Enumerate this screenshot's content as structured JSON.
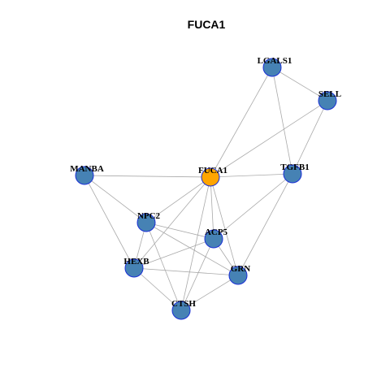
{
  "title": "FUCA1",
  "colors": {
    "background": "#ffffff",
    "edge": "#aaaaaa",
    "node_default": "#4682b4",
    "node_highlight": "#ffa500",
    "node_border": "#1a2fd6"
  },
  "nodes": [
    {
      "id": "LGALS1",
      "label": "LGALS1",
      "highlight": false
    },
    {
      "id": "SELL",
      "label": "SELL",
      "highlight": false
    },
    {
      "id": "MANBA",
      "label": "MANBA",
      "highlight": false
    },
    {
      "id": "FUCA1",
      "label": "FUCA1",
      "highlight": true
    },
    {
      "id": "TGFB1",
      "label": "TGFB1",
      "highlight": false
    },
    {
      "id": "NPC2",
      "label": "NPC2",
      "highlight": false
    },
    {
      "id": "ACP5",
      "label": "ACP5",
      "highlight": false
    },
    {
      "id": "HEXB",
      "label": "HEXB",
      "highlight": false
    },
    {
      "id": "GRN",
      "label": "GRN",
      "highlight": false
    },
    {
      "id": "CTSH",
      "label": "CTSH",
      "highlight": false
    }
  ],
  "edges": [
    [
      "LGALS1",
      "SELL"
    ],
    [
      "LGALS1",
      "FUCA1"
    ],
    [
      "LGALS1",
      "TGFB1"
    ],
    [
      "SELL",
      "FUCA1"
    ],
    [
      "SELL",
      "TGFB1"
    ],
    [
      "MANBA",
      "FUCA1"
    ],
    [
      "MANBA",
      "NPC2"
    ],
    [
      "MANBA",
      "HEXB"
    ],
    [
      "FUCA1",
      "TGFB1"
    ],
    [
      "FUCA1",
      "NPC2"
    ],
    [
      "FUCA1",
      "ACP5"
    ],
    [
      "FUCA1",
      "HEXB"
    ],
    [
      "FUCA1",
      "GRN"
    ],
    [
      "FUCA1",
      "CTSH"
    ],
    [
      "TGFB1",
      "ACP5"
    ],
    [
      "TGFB1",
      "GRN"
    ],
    [
      "NPC2",
      "ACP5"
    ],
    [
      "NPC2",
      "HEXB"
    ],
    [
      "NPC2",
      "GRN"
    ],
    [
      "NPC2",
      "CTSH"
    ],
    [
      "ACP5",
      "HEXB"
    ],
    [
      "ACP5",
      "GRN"
    ],
    [
      "ACP5",
      "CTSH"
    ],
    [
      "HEXB",
      "GRN"
    ],
    [
      "HEXB",
      "CTSH"
    ],
    [
      "GRN",
      "CTSH"
    ]
  ]
}
